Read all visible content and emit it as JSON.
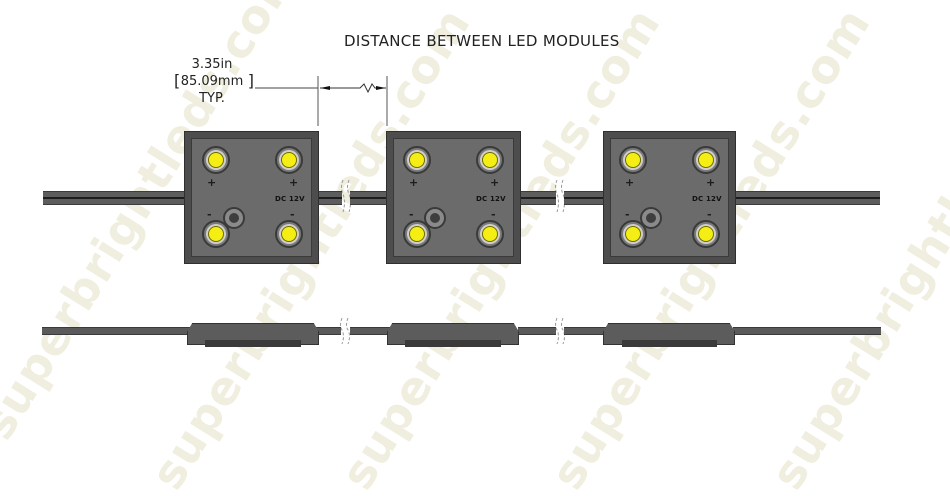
{
  "diagram": {
    "title": "DISTANCE BETWEEN LED MODULES",
    "dimension": {
      "imperial": "3.35in",
      "metric": "85.09mm",
      "note": "TYP."
    },
    "watermark": "superbrightleds.com",
    "colors": {
      "module_body": "#4d4d4d",
      "module_face": "#6b6b6b",
      "led_yellow": "#f5ee14",
      "cable": "#5d5d5d",
      "watermark": "#f0eedf"
    },
    "modules": [
      {
        "id": 1,
        "plus_left": "+",
        "plus_right": "+",
        "minus_left": "-",
        "minus_right": "-",
        "voltage": "DC 12V",
        "led_count": 4
      },
      {
        "id": 2,
        "plus_left": "+",
        "plus_right": "+",
        "minus_left": "-",
        "minus_right": "-",
        "voltage": "DC 12V",
        "led_count": 4
      },
      {
        "id": 3,
        "plus_left": "+",
        "plus_right": "+",
        "minus_left": "-",
        "minus_right": "-",
        "voltage": "DC 12V",
        "led_count": 4
      }
    ],
    "views": [
      "top-view",
      "side-view"
    ]
  }
}
